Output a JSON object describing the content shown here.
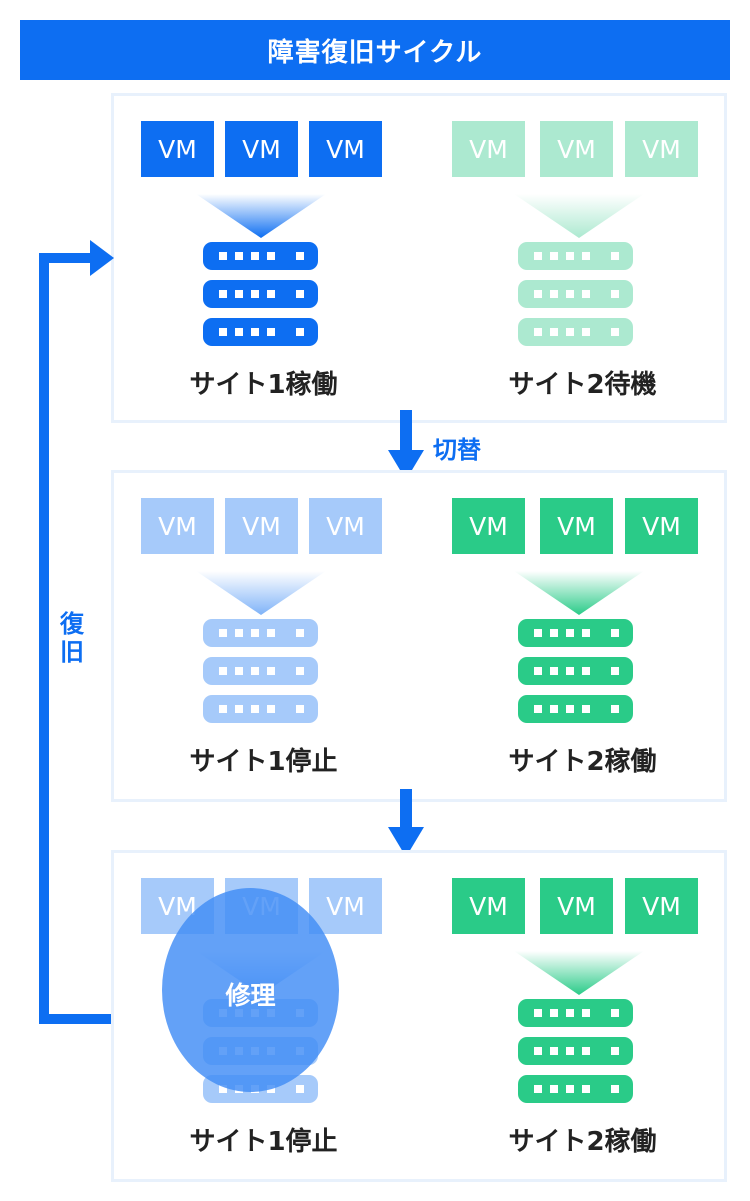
{
  "title": "障害復旧サイクル",
  "vm_label": "VM",
  "colors": {
    "blue_dark": "#0d6ef2",
    "blue_light": "#a6cafa",
    "green_dark": "#2acb88",
    "green_light": "#ace9d0",
    "panel_border": "#e8f1fc"
  },
  "stages": [
    {
      "left_site": {
        "label": "サイト1稼働",
        "state": "active-blue"
      },
      "right_site": {
        "label": "サイト2待機",
        "state": "standby-green"
      }
    },
    {
      "left_site": {
        "label": "サイト1停止",
        "state": "stopped-blue"
      },
      "right_site": {
        "label": "サイト2稼働",
        "state": "active-green"
      }
    },
    {
      "left_site": {
        "label": "サイト1停止",
        "state": "stopped-blue"
      },
      "right_site": {
        "label": "サイト2稼働",
        "state": "active-green"
      }
    }
  ],
  "arrows": {
    "switch_label": "切替",
    "recovery_label": "復旧"
  },
  "repair_label": "修理"
}
